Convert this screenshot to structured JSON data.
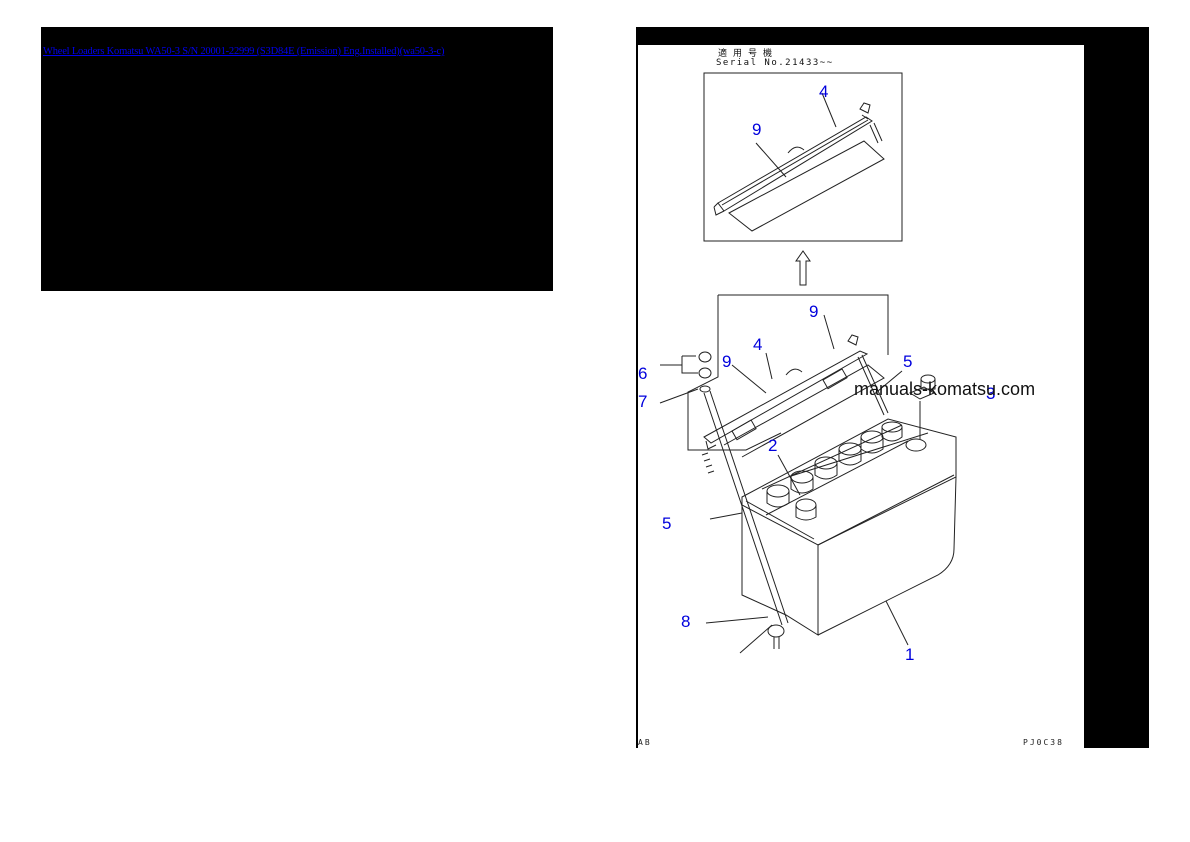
{
  "document": {
    "link_text": "Wheel Loaders Komatsu WA50-3 S/N 20001-22999 (S3D84E (Emission) Eng.Installed)(wa50-3-c)",
    "link_color": "#0000ee"
  },
  "drawing": {
    "header_japanese": "適用号機",
    "header_serial": "Serial No.21433~~",
    "footer_left": "AB",
    "footer_right": "PJ0C38",
    "watermark": "manuals-komatsu.com",
    "callout_color": "#0000dd",
    "callouts": {
      "inset_4": "4",
      "inset_9": "9",
      "main_9a": "9",
      "main_9b": "9",
      "main_4": "4",
      "main_5_top": "5",
      "main_6": "6",
      "main_7": "7",
      "main_3": "3",
      "main_2": "2",
      "main_5_left": "5",
      "main_8": "8",
      "main_1": "1"
    }
  }
}
